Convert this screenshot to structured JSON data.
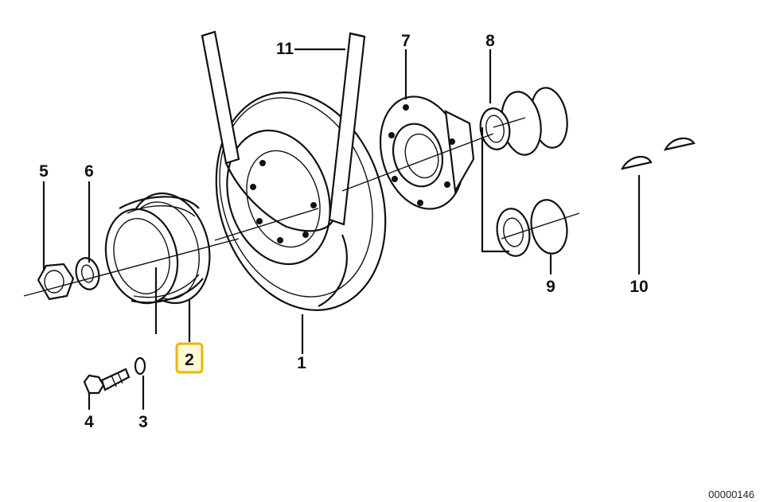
{
  "diagram": {
    "reference_number": "00000146",
    "highlighted_callout": "2",
    "callouts": [
      {
        "id": "1",
        "label": "1"
      },
      {
        "id": "2",
        "label": "2"
      },
      {
        "id": "3",
        "label": "3"
      },
      {
        "id": "4",
        "label": "4"
      },
      {
        "id": "5",
        "label": "5"
      },
      {
        "id": "6",
        "label": "6"
      },
      {
        "id": "7",
        "label": "7"
      },
      {
        "id": "8",
        "label": "8"
      },
      {
        "id": "9",
        "label": "9"
      },
      {
        "id": "10",
        "label": "10"
      },
      {
        "id": "11",
        "label": "11"
      }
    ],
    "highlight_color": "#e6b800"
  }
}
